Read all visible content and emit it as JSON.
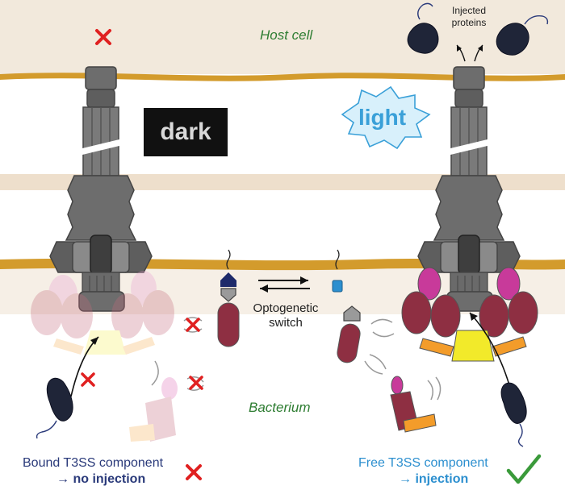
{
  "labels": {
    "host_cell": "Host cell",
    "bacterium": "Bacterium",
    "injected_line1": "Injected",
    "injected_line2": "proteins",
    "dark": "dark",
    "light": "light",
    "opto_line1": "Optogenetic",
    "opto_line2": "switch"
  },
  "captions": {
    "left_main": "Bound T3SS component",
    "left_arrow": "→",
    "left_sub": "no injection",
    "right_main": "Free T3SS component",
    "right_arrow": "→",
    "right_sub": "injection"
  },
  "icons": {
    "cross": "cross-icon",
    "check": "check-icon"
  },
  "colors": {
    "background": "#f2e9dc",
    "membrane": "#d39b2c",
    "label_green": "#2e7d32",
    "caption_left": "#2a3a7a",
    "caption_right": "#2c8fcf",
    "cross_red": "#e02020",
    "check_green": "#3a9a3a",
    "t3ss_gray": "#6d6d6d",
    "maroon": "#8e2f42",
    "magenta": "#c83a9a",
    "orange": "#f39c2a",
    "yellow": "#f2ea2a",
    "bacterium_dark": "#1f2538"
  }
}
